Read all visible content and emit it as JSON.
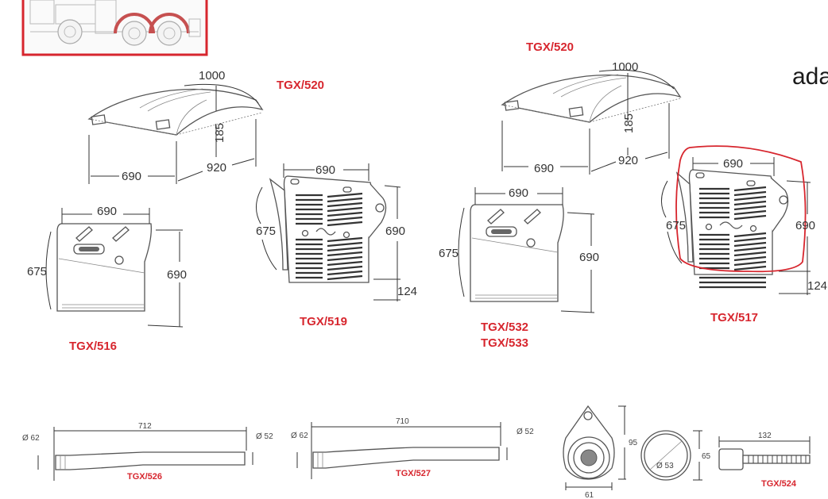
{
  "inset": {
    "border_color": "#d7262e"
  },
  "side_text": "adatt",
  "colors": {
    "accent": "#d7262e",
    "line": "#333333"
  },
  "items": {
    "tgx520_left": {
      "code": "TGX/520",
      "d1000": "1000",
      "d185": "185",
      "d690": "690",
      "d920": "920"
    },
    "tgx520_right": {
      "code": "TGX/520",
      "d1000": "1000",
      "d185": "185",
      "d690": "690",
      "d920": "920"
    },
    "tgx516": {
      "code": "TGX/516",
      "dw": "690",
      "dh_left": "675",
      "dh_right": "690"
    },
    "tgx519": {
      "code": "TGX/519",
      "dw": "690",
      "dh_left": "675",
      "dh_right": "690",
      "d124": "124"
    },
    "tgx532": {
      "code1": "TGX/532",
      "code2": "TGX/533",
      "dw": "690",
      "dh_left": "675",
      "dh_right": "690"
    },
    "tgx517": {
      "code": "TGX/517",
      "dw": "690",
      "dh_left": "675",
      "dh_right": "690",
      "d124": "124"
    },
    "tgx526": {
      "code": "TGX/526",
      "len": "712",
      "d_left": "Ø 62",
      "d_right": "Ø 52"
    },
    "tgx527": {
      "code": "TGX/527",
      "len": "710",
      "d_left": "Ø 62",
      "d_right": "Ø 52"
    },
    "bracket": {
      "h": "95",
      "w": "61"
    },
    "ring": {
      "d": "Ø 53",
      "h": "65"
    },
    "tgx524": {
      "code": "TGX/524",
      "len": "132"
    }
  }
}
